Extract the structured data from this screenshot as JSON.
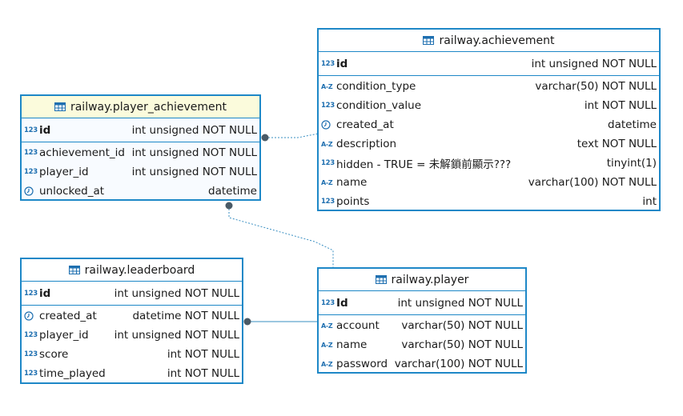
{
  "entities": {
    "player_achievement": {
      "title": "railway.player_achievement",
      "pk": {
        "name": "id",
        "type": "int unsigned NOT NULL",
        "icon": "numeric"
      },
      "columns": [
        {
          "name": "achievement_id",
          "type": "int unsigned NOT NULL",
          "icon": "numeric"
        },
        {
          "name": "player_id",
          "type": "int unsigned NOT NULL",
          "icon": "numeric"
        },
        {
          "name": "unlocked_at",
          "type": "datetime",
          "icon": "clock"
        }
      ]
    },
    "achievement": {
      "title": "railway.achievement",
      "pk": {
        "name": "id",
        "type": "int unsigned NOT NULL",
        "icon": "numeric"
      },
      "columns": [
        {
          "name": "condition_type",
          "type": "varchar(50) NOT NULL",
          "icon": "text"
        },
        {
          "name": "condition_value",
          "type": "int NOT NULL",
          "icon": "numeric"
        },
        {
          "name": "created_at",
          "type": "datetime",
          "icon": "clock"
        },
        {
          "name": "description",
          "type": "text NOT NULL",
          "icon": "text"
        },
        {
          "name": "hidden - TRUE = 未解鎖前顯示???",
          "type": "tinyint(1)",
          "icon": "numeric"
        },
        {
          "name": "name",
          "type": "varchar(100) NOT NULL",
          "icon": "text"
        },
        {
          "name": "points",
          "type": "int",
          "icon": "numeric"
        }
      ]
    },
    "leaderboard": {
      "title": "railway.leaderboard",
      "pk": {
        "name": "id",
        "type": "int unsigned NOT NULL",
        "icon": "numeric"
      },
      "columns": [
        {
          "name": "created_at",
          "type": "datetime NOT NULL",
          "icon": "clock"
        },
        {
          "name": "player_id",
          "type": "int unsigned NOT NULL",
          "icon": "numeric"
        },
        {
          "name": "score",
          "type": "int NOT NULL",
          "icon": "numeric"
        },
        {
          "name": "time_played",
          "type": "int NOT NULL",
          "icon": "numeric"
        }
      ]
    },
    "player": {
      "title": "railway.player",
      "pk": {
        "name": "Id",
        "type": "int unsigned NOT NULL",
        "icon": "numeric"
      },
      "columns": [
        {
          "name": "account",
          "type": "varchar(50) NOT NULL",
          "icon": "text"
        },
        {
          "name": "name",
          "type": "varchar(50) NOT NULL",
          "icon": "text"
        },
        {
          "name": "password",
          "type": "varchar(100) NOT NULL",
          "icon": "text"
        }
      ]
    }
  },
  "icons": {
    "numeric": "123",
    "text": "A-Z",
    "clock": "clock-icon",
    "table": "table-icon"
  },
  "colors": {
    "border": "#1e88c7",
    "link": "#3a8fc2",
    "header_highlight": "#fbfbdc",
    "key_dot": "#4a5a66"
  }
}
